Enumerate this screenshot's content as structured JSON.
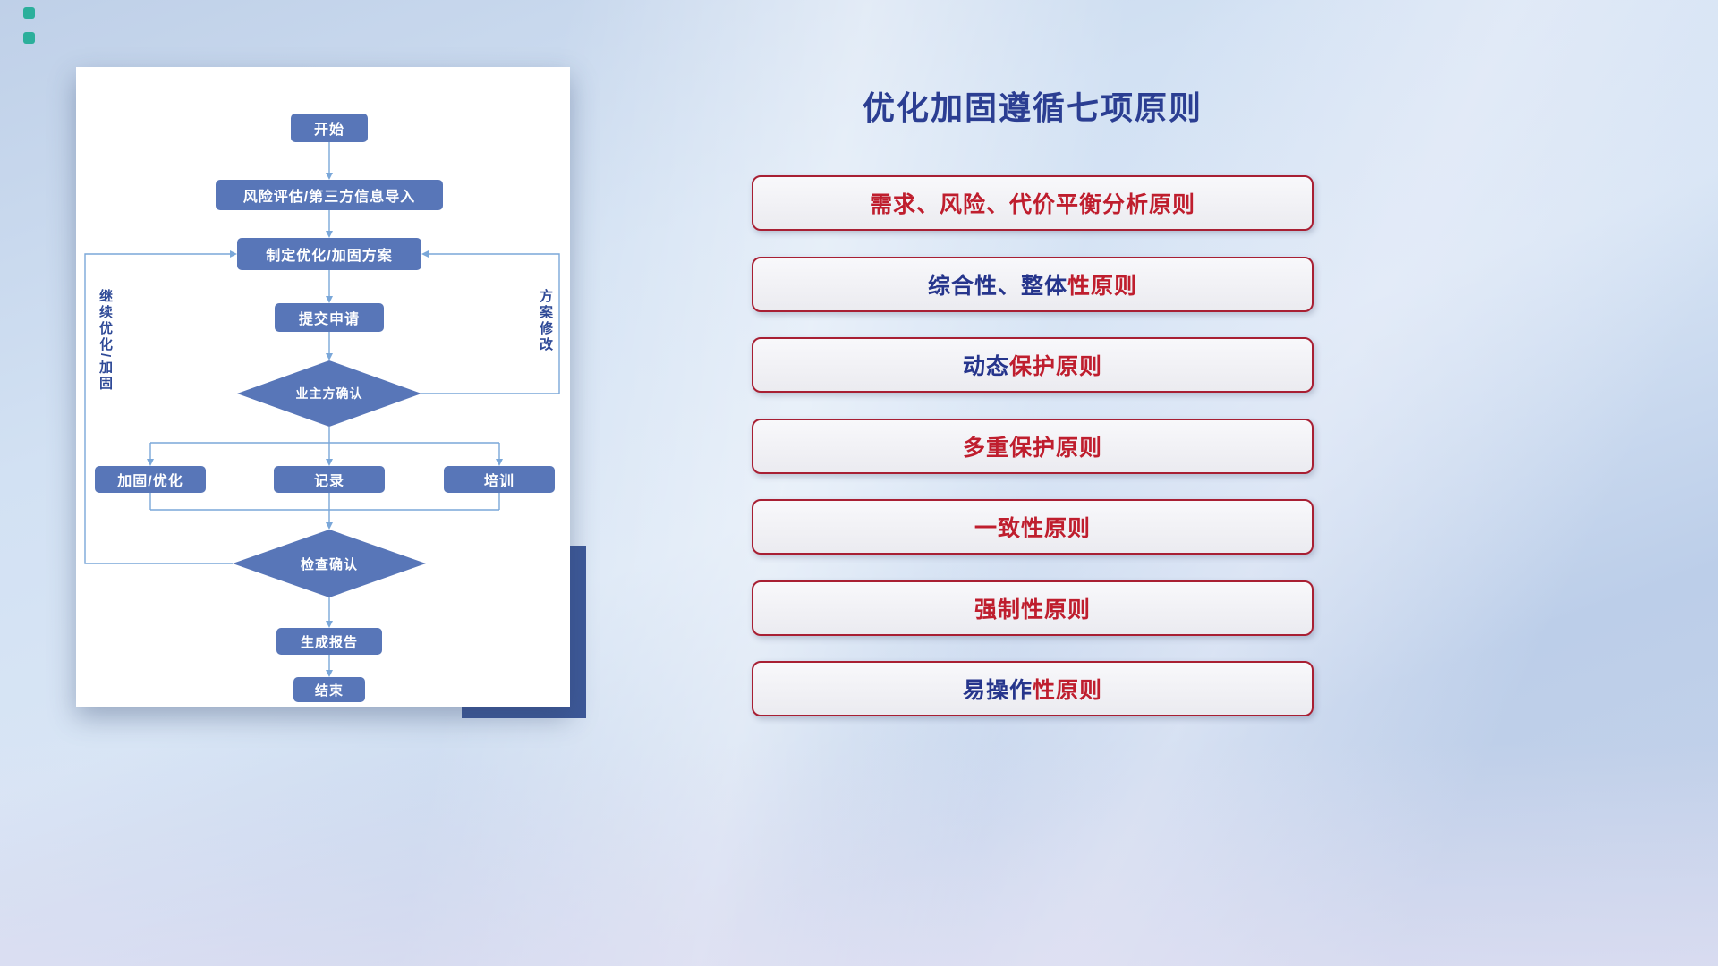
{
  "flowchart": {
    "nodes": {
      "start": "开始",
      "risk_import": "风险评估/第三方信息导入",
      "make_plan": "制定优化/加固方案",
      "submit": "提交申请",
      "owner_confirm": "业主方确认",
      "reinforce": "加固/优化",
      "record": "记录",
      "training": "培训",
      "check_confirm": "检查确认",
      "report": "生成报告",
      "end": "结束"
    },
    "loop_labels": {
      "left": "继续优化/加固",
      "right": "方案修改"
    }
  },
  "principles": {
    "title": "优化加固遵循七项原则",
    "items": [
      {
        "text": "需求、风险、代价平衡分析原则",
        "segments": [
          {
            "text": "需求、风险、代价平衡分析原则",
            "tone": "crimson"
          }
        ]
      },
      {
        "text": "综合性、整体性原则",
        "segments": [
          {
            "text": "综合性、整体",
            "tone": "navy"
          },
          {
            "text": "性原则",
            "tone": "crimson"
          }
        ]
      },
      {
        "text": "动态保护原则",
        "segments": [
          {
            "text": "动态",
            "tone": "navy"
          },
          {
            "text": "保护原则",
            "tone": "crimson"
          }
        ]
      },
      {
        "text": "多重保护原则",
        "segments": [
          {
            "text": "多重保护原则",
            "tone": "crimson"
          }
        ]
      },
      {
        "text": "一致性原则",
        "segments": [
          {
            "text": "一致性原则",
            "tone": "crimson"
          }
        ]
      },
      {
        "text": "强制性原则",
        "segments": [
          {
            "text": "强制性原则",
            "tone": "crimson"
          }
        ]
      },
      {
        "text": "易操作性原则",
        "segments": [
          {
            "text": "易操作",
            "tone": "navy"
          },
          {
            "text": "性原则",
            "tone": "crimson"
          }
        ]
      }
    ]
  },
  "colors": {
    "node_fill": "#5876b8",
    "connector": "#7aa7d9",
    "title_navy": "#2b3e92",
    "principle_navy": "#26358c",
    "principle_crimson": "#bf1e2e",
    "principle_border": "#a81f33",
    "accent_block": "#3d5898",
    "corner_mark": "#12a98d"
  }
}
